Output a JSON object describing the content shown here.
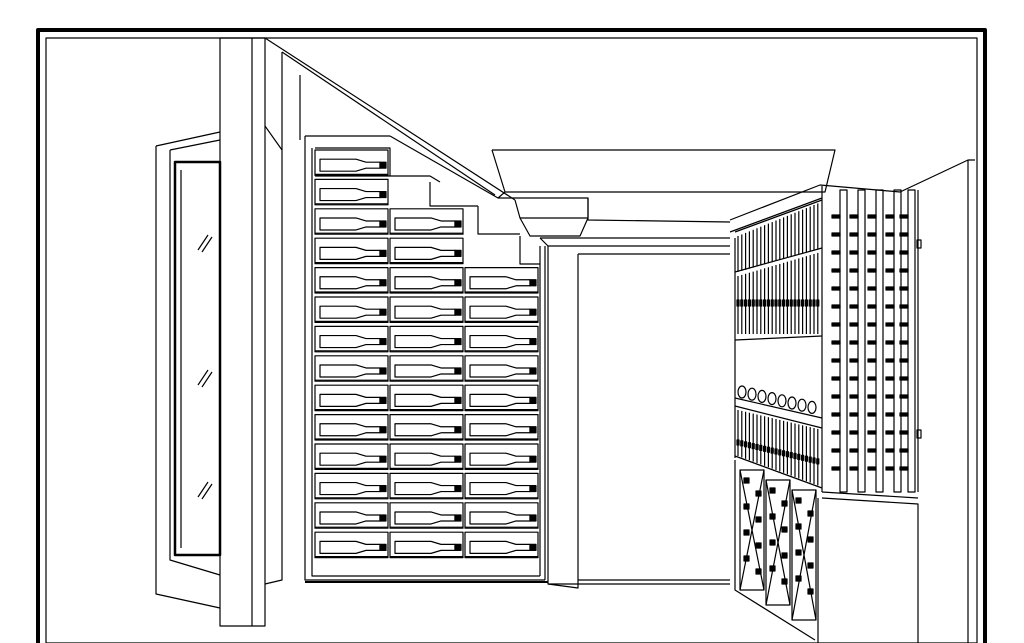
{
  "drawing": {
    "background": "#ffffff",
    "line_color": "#000000",
    "left_rack": {
      "rows": 14,
      "columns": 3,
      "top_rows_partial": [
        1,
        1,
        2,
        2,
        3
      ]
    },
    "right_rack": {
      "upper_slats": 22,
      "diamond_bins": 3
    }
  }
}
